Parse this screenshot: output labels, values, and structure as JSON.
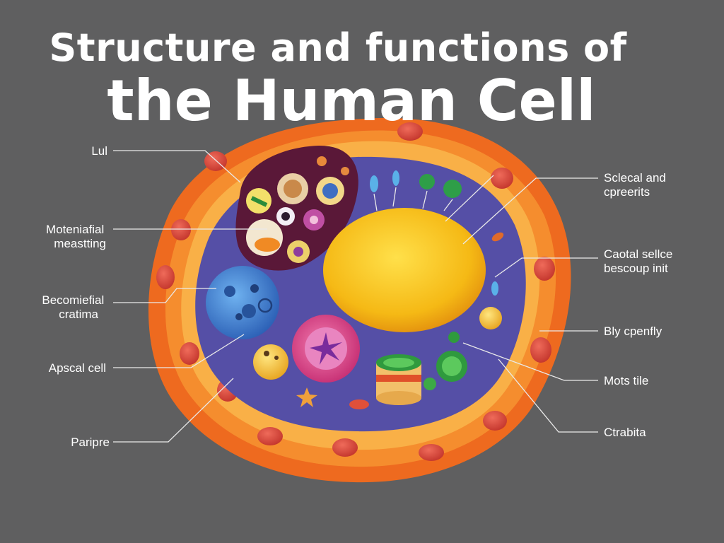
{
  "title": {
    "line1": "Structure and functions of",
    "line2": "the Human Cell"
  },
  "labels": {
    "left": [
      {
        "id": "lul",
        "lines": [
          "Lul"
        ]
      },
      {
        "id": "moteniafial",
        "lines": [
          "Moteniafial",
          "meastting"
        ]
      },
      {
        "id": "becomiefial",
        "lines": [
          "Becomiefial",
          "cratima"
        ]
      },
      {
        "id": "apscal",
        "lines": [
          "Apscal cell"
        ]
      },
      {
        "id": "paripre",
        "lines": [
          "Paripre"
        ]
      }
    ],
    "right": [
      {
        "id": "sclecal",
        "lines": [
          "Sclecal and",
          "cpreerits"
        ]
      },
      {
        "id": "caotal",
        "lines": [
          "Caotal sellce",
          "bescoup init"
        ]
      },
      {
        "id": "bly",
        "lines": [
          "Bly cpenfly"
        ]
      },
      {
        "id": "mots",
        "lines": [
          "Mots tile"
        ]
      },
      {
        "id": "ctrabita",
        "lines": [
          "Ctrabita"
        ]
      }
    ]
  },
  "colors": {
    "background": "#5f5f60",
    "membrane": "#f06a1e",
    "membrane_inner": "#f7a03a",
    "cytoplasm": "#5650a8",
    "nucleus": "#f5b915",
    "vacuole_dark": "#5b1a3a",
    "blue_organelle": "#3d83d6",
    "pink_organelle": "#e2478a"
  }
}
